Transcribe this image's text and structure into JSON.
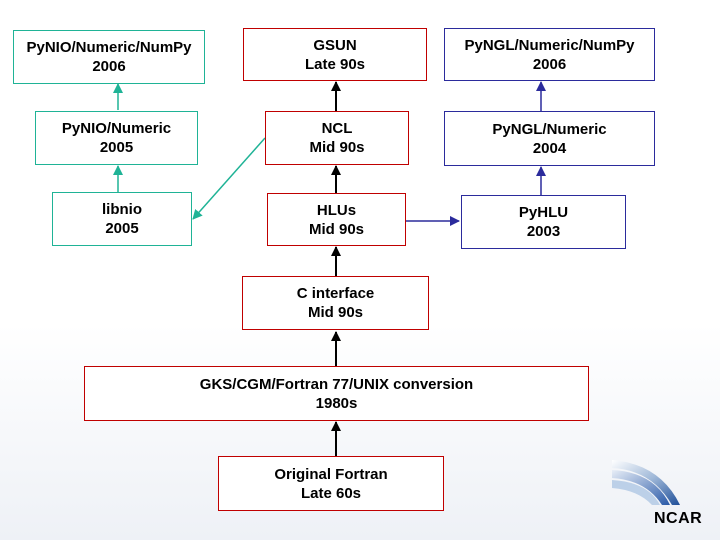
{
  "nodes": {
    "gsun": {
      "name": "GSUN",
      "date": "Late 90s"
    },
    "ncl": {
      "name": "NCL",
      "date": "Mid 90s"
    },
    "hlus": {
      "name": "HLUs",
      "date": "Mid 90s"
    },
    "c_interface": {
      "name": "C interface",
      "date": "Mid 90s"
    },
    "gks": {
      "name": "GKS/CGM/Fortran 77/UNIX conversion",
      "date": "1980s"
    },
    "original": {
      "name": "Original Fortran",
      "date": "Late 60s"
    },
    "pynio_numpy": {
      "name": "PyNIO/Numeric/NumPy",
      "date": "2006"
    },
    "pynio_numeric": {
      "name": "PyNIO/Numeric",
      "date": "2005"
    },
    "libnio": {
      "name": "libnio",
      "date": "2005"
    },
    "pyngl_numpy": {
      "name": "PyNGL/Numeric/NumPy",
      "date": "2006"
    },
    "pyngl_numeric": {
      "name": "PyNGL/Numeric",
      "date": "2004"
    },
    "pyhlu": {
      "name": "PyHLU",
      "date": "2003"
    }
  },
  "edges": [
    {
      "from": "original",
      "to": "gks"
    },
    {
      "from": "gks",
      "to": "c_interface"
    },
    {
      "from": "c_interface",
      "to": "hlus"
    },
    {
      "from": "hlus",
      "to": "ncl"
    },
    {
      "from": "ncl",
      "to": "gsun"
    },
    {
      "from": "hlus",
      "to": "pyhlu"
    },
    {
      "from": "pyhlu",
      "to": "pyngl_numeric"
    },
    {
      "from": "pyngl_numeric",
      "to": "pyngl_numpy"
    },
    {
      "from": "ncl",
      "to": "libnio"
    },
    {
      "from": "libnio",
      "to": "pynio_numeric"
    },
    {
      "from": "pynio_numeric",
      "to": "pynio_numpy"
    }
  ],
  "colors": {
    "core": "#c00000",
    "pynio": "#1fb396",
    "pyngl": "#2b2b9c",
    "core_arrow": "#000000"
  },
  "logo": {
    "text": "NCAR"
  }
}
